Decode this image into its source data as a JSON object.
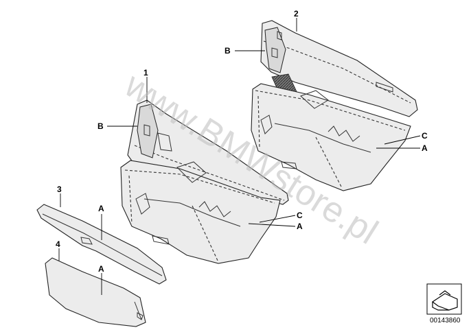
{
  "callouts": {
    "c1": "1",
    "c2": "2",
    "c3": "3",
    "c4": "4",
    "b_upper": "B",
    "b_lower": "B",
    "c_upper": "C",
    "c_lower": "C",
    "a_upper": "A",
    "a_lower": "A",
    "a_strip3": "A",
    "a_strip4": "A"
  },
  "watermark": "www.BMWstore.pl",
  "catalog_number": "00143860"
}
